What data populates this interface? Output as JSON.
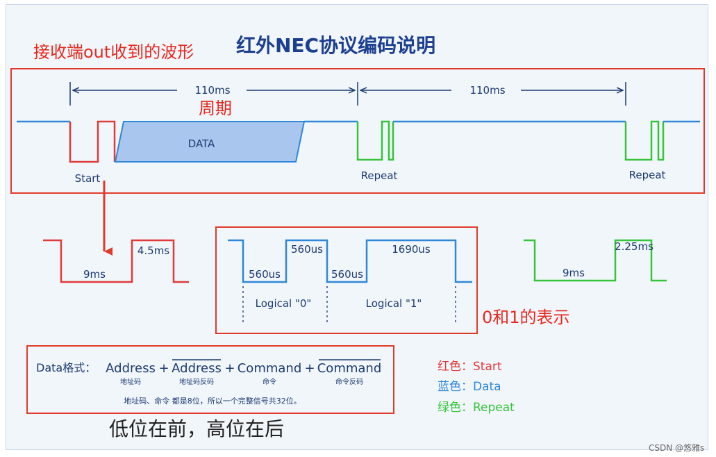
{
  "header": {
    "annotation_waveform": "接收端out收到的波形",
    "title": "红外NEC协议编码说明"
  },
  "timeline": {
    "period_1": "110ms",
    "period_2": "110ms",
    "period_annotation": "周期",
    "data_label": "DATA",
    "start_label": "Start",
    "repeat_label_1": "Repeat",
    "repeat_label_2": "Repeat"
  },
  "start_detail": {
    "low_label": "9ms",
    "high_label": "4.5ms"
  },
  "bits": {
    "low_0": "560us",
    "high_0": "560us",
    "low_1": "560us",
    "high_1": "1690us",
    "logical_0": "Logical \"0\"",
    "logical_1": "Logical \"1\"",
    "annotation": "0和1的表示"
  },
  "repeat_detail": {
    "low_label": "9ms",
    "high_label": "2.25ms"
  },
  "data_format": {
    "prefix": "Data格式：",
    "address": "Address",
    "address_sub": "地址码",
    "address_inv": "Address",
    "address_inv_sub": "地址码反码",
    "command": "Command",
    "command_sub": "命令",
    "command_inv": "Command",
    "command_inv_sub": "命令反码",
    "plus": "+",
    "footnote": "地址码、命令 都是8位，所以一个完整信号共32位。",
    "order_note": "低位在前，高位在后"
  },
  "legend": {
    "red": "红色：Start",
    "blue": "蓝色：Data",
    "green": "绿色：Repeat",
    "colors": {
      "red": "#e03a3a",
      "blue": "#2f87d8",
      "green": "#35c43a"
    }
  },
  "watermark": "CSDN @悠雅s"
}
